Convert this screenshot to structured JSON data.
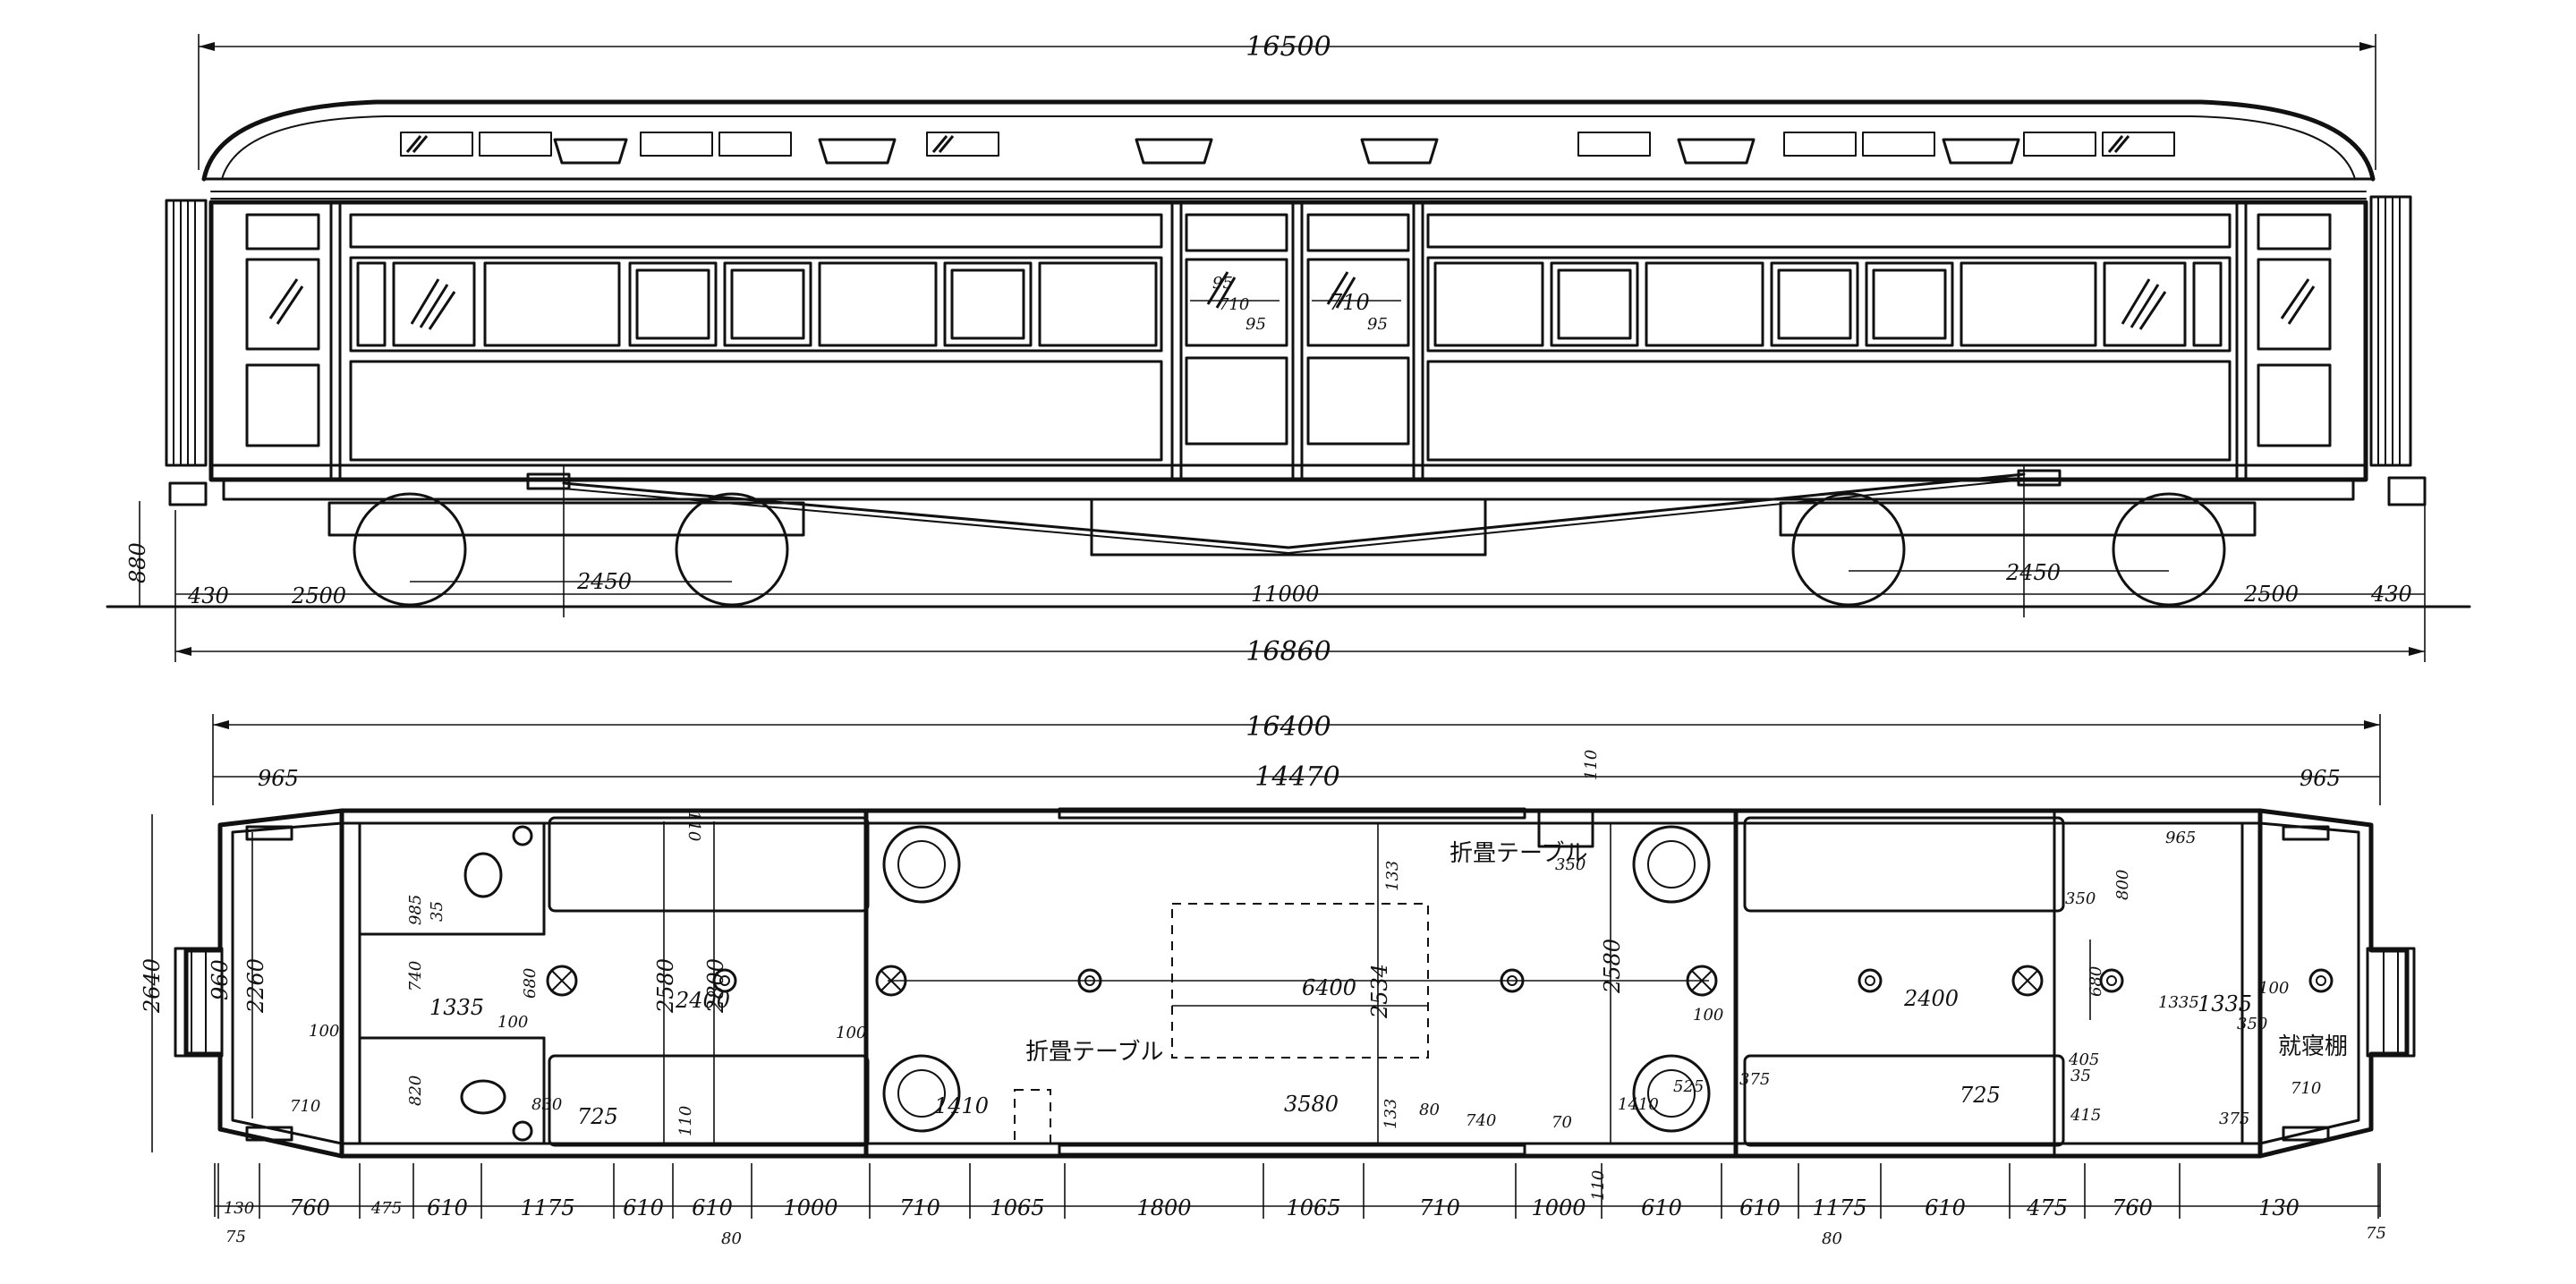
{
  "side_view": {
    "overall_body": "16500",
    "overall_total": "16860",
    "end_left": "430",
    "end_right": "430",
    "overhang_left": "2500",
    "overhang_right": "2500",
    "wheelbase_left": "2450",
    "wheelbase_right": "2450",
    "bogie_centers": "11000",
    "height": "880",
    "window_dims": [
      "95",
      "710",
      "95",
      "710",
      "95"
    ]
  },
  "plan_view": {
    "overall": "16400",
    "inner": "14470",
    "end_left": "965",
    "end_right": "965",
    "width_outer": "2640",
    "width_inner": "2260",
    "hood": "960",
    "d_830": "830",
    "d_2580_a": "2580",
    "d_2800": "2800",
    "d_2400_a": "2400",
    "d_2534": "2534",
    "d_6400": "6400",
    "d_2580_b": "2580",
    "d_2400_b": "2400",
    "d_1335_a": "1335",
    "d_1335_b": "1335",
    "d_3580": "3580",
    "d_725_a": "725",
    "d_725_b": "725",
    "d_1410_a": "1410",
    "d_1410_b": "1410",
    "d_985": "985",
    "d_740": "740",
    "d_680_a": "680",
    "d_680_b": "680",
    "d_350_a": "350",
    "d_350_b": "350",
    "d_965_c": "965",
    "d_133_a": "133",
    "d_133_b": "133",
    "d_110_a": "110",
    "d_110_b": "110",
    "d_110_c": "110",
    "d_110_d": "110",
    "d_100_list": [
      "100",
      "100",
      "100",
      "100",
      "100"
    ],
    "d_710_a": "710",
    "d_710_b": "710",
    "d_710_c": "710",
    "d_375": "375",
    "d_525": "525",
    "d_405": "405",
    "d_800": "800",
    "d_820": "820",
    "d_35_a": "35",
    "d_35_b": "35",
    "d_415": "415",
    "d_70": "70",
    "d_740_b": "740",
    "d_80": "80",
    "d_375_b": "375",
    "d_1335_c": "1335",
    "d_350_c": "350",
    "folding_table": "折畳テーブル",
    "folding_table_2": "折畳テーブル",
    "luggage": "就寝棚"
  },
  "bottom_dims": [
    "130",
    "760",
    "475",
    "610",
    "1175",
    "610",
    "610",
    "1000",
    "710",
    "1065",
    "1800",
    "1065",
    "710",
    "1000",
    "610",
    "610",
    "1175",
    "610",
    "475",
    "760",
    "130"
  ],
  "bottom_sub": [
    "75",
    "80",
    "80",
    "75"
  ]
}
